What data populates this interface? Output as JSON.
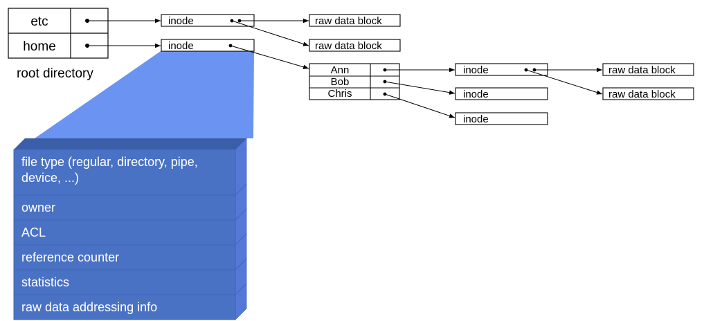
{
  "root": {
    "entries": [
      "etc",
      "home"
    ],
    "caption": "root directory"
  },
  "inode_label": "inode",
  "raw_label": "raw data block",
  "home_dir": {
    "entries": [
      "Ann",
      "Bob",
      "Chris"
    ]
  },
  "inode_fields": [
    [
      "file type (regular, directory, pipe,",
      "device, ...)"
    ],
    [
      "owner"
    ],
    [
      "ACL"
    ],
    [
      "reference counter"
    ],
    [
      "statistics"
    ],
    [
      "raw data addressing info"
    ]
  ],
  "colors": {
    "stack_face": "#4a72c4",
    "stack_top": "#3a5ea8",
    "stack_side": "#5578d8",
    "beam": "#6b93f2",
    "stroke": "#000000"
  }
}
